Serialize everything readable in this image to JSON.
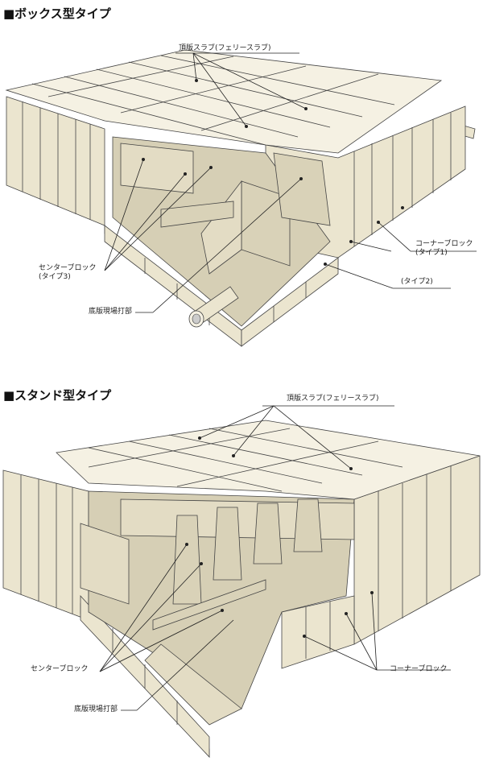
{
  "box": {
    "title": "■ボックス型タイプ",
    "labels": {
      "top_slab": "頂版スラブ(フェリースラブ)",
      "corner_block_1": "コーナーブロック\n(タイプ1)",
      "type2": "(タイプ2)",
      "center_block_3": "センターブロック\n(タイプ3)",
      "bottom_slab": "底版現場打部"
    }
  },
  "stand": {
    "title": "■スタンド型タイプ",
    "labels": {
      "top_slab": "頂版スラブ(フェリースラブ)",
      "center_block": "センターブロック",
      "corner_block": "コーナーブロック",
      "bottom_slab": "底版現場打部"
    }
  }
}
